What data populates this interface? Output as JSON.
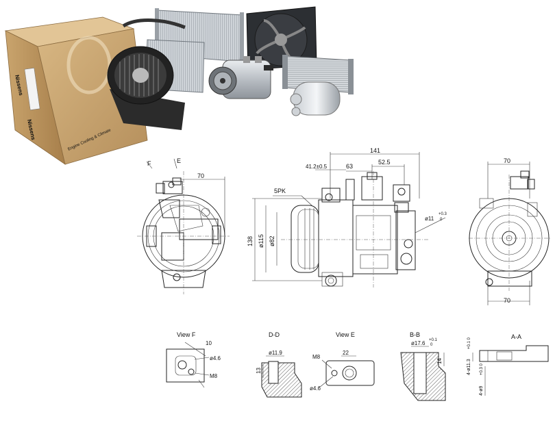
{
  "brand": {
    "logo_text": "Nissens",
    "box_slogan": "Engine Cooling & Climate"
  },
  "photo_parts": [
    "box-icon",
    "blower-motor",
    "condenser",
    "radiator-fan",
    "ac-compressor",
    "heater-core",
    "receiver-drier"
  ],
  "drawing": {
    "side_view": {
      "label_f": "F",
      "label_e": "E",
      "dim_top": "70"
    },
    "front_view": {
      "dim_141": "141",
      "dim_41": "41.2±0.5",
      "dim_63": "63",
      "dim_52_5": "52.5",
      "label_5pk": "5PK",
      "dim_138": "138",
      "dim_115": "ø115",
      "dim_82": "ø82",
      "dim_11": "ø11",
      "dim_11_tol_top": "+0.3",
      "dim_11_tol_bot": "0"
    },
    "rear_view": {
      "dim_top": "70",
      "dim_bottom": "70"
    },
    "details": {
      "view_f": {
        "title": "View  F",
        "dim_10": "10",
        "dim_4_6": "ø4.6",
        "label_m8": "M8"
      },
      "d_d": {
        "title": "D-D",
        "dim_11_9": "ø11.9",
        "dim_13": "13"
      },
      "view_e": {
        "title": "View  E",
        "label_m8": "M8",
        "dim_22": "22",
        "dim_4_6": "ø4.6"
      },
      "b_b": {
        "title": "B-B",
        "dim_17_6": "ø17.6",
        "tol_top": "+0.1",
        "tol_bot": "0",
        "dim_14": "14"
      },
      "a_a": {
        "title": "A-A",
        "dim_11_3": "4-ø11.3",
        "dim_11_3_tol": "+0.1 0",
        "dim_9": "4-ø9",
        "dim_9_tol": "+0.3 0"
      }
    }
  }
}
